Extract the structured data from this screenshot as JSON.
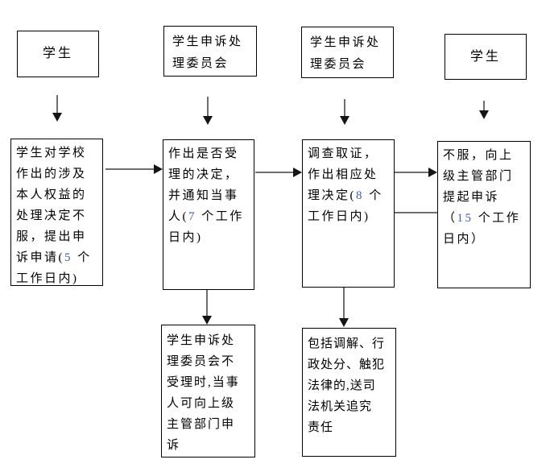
{
  "theme": {
    "background": "#ffffff",
    "box_border": "#000000",
    "text_color": "#000000",
    "connector_color": "#6f6f6f",
    "arrowhead_color": "#151515",
    "digit_color": "#3c5fc0"
  },
  "nodes": {
    "student_initial": {
      "text": "学生"
    },
    "committee_accept": {
      "text": "学生申诉处\n理委员会"
    },
    "committee_investigate": {
      "text": "学生申诉处\n理委员会"
    },
    "student_final": {
      "text": "学生"
    },
    "appeal_application": {
      "text": "学生对学校\n作出的涉及\n本人权益的\n处理决定不\n服，提出申\n诉申请(5 个\n工作日内)"
    },
    "acceptance_decision": {
      "text": "作出是否受\n理的决定，\n并通知当事\n人(7 个工作\n日内)"
    },
    "investigation_decision": {
      "text": "调查取证，\n作出相应处\n理决定(8 个\n工作日内)"
    },
    "superior_appeal": {
      "text": "不服，向上\n级主管部门\n提起申诉\n（15 个工作\n日内）"
    },
    "not_accepted_note": {
      "text": "学生申诉处\n理委员会不\n受理时,当事\n人可向上级\n主管部门申\n诉"
    },
    "enforcement_note": {
      "text": "包括调解、行\n政处分、触犯\n法律的,送司\n法机关追究\n责任"
    }
  }
}
